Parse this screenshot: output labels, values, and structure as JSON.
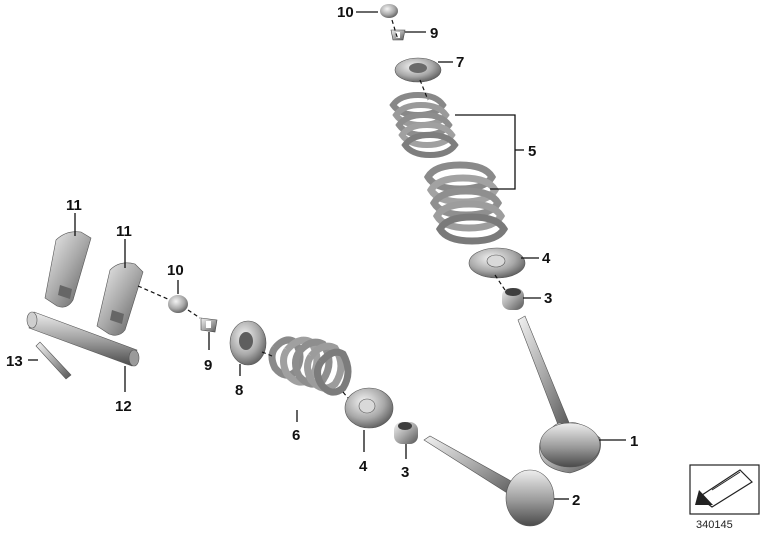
{
  "diagram": {
    "callouts": {
      "c1": "1",
      "c2": "2",
      "c3a": "3",
      "c3b": "3",
      "c4a": "4",
      "c4b": "4",
      "c5": "5",
      "c6": "6",
      "c7": "7",
      "c8": "8",
      "c9a": "9",
      "c9b": "9",
      "c10a": "10",
      "c10b": "10",
      "c11a": "11",
      "c11b": "11",
      "c12": "12",
      "c13": "13"
    },
    "figure_number": "340145"
  }
}
